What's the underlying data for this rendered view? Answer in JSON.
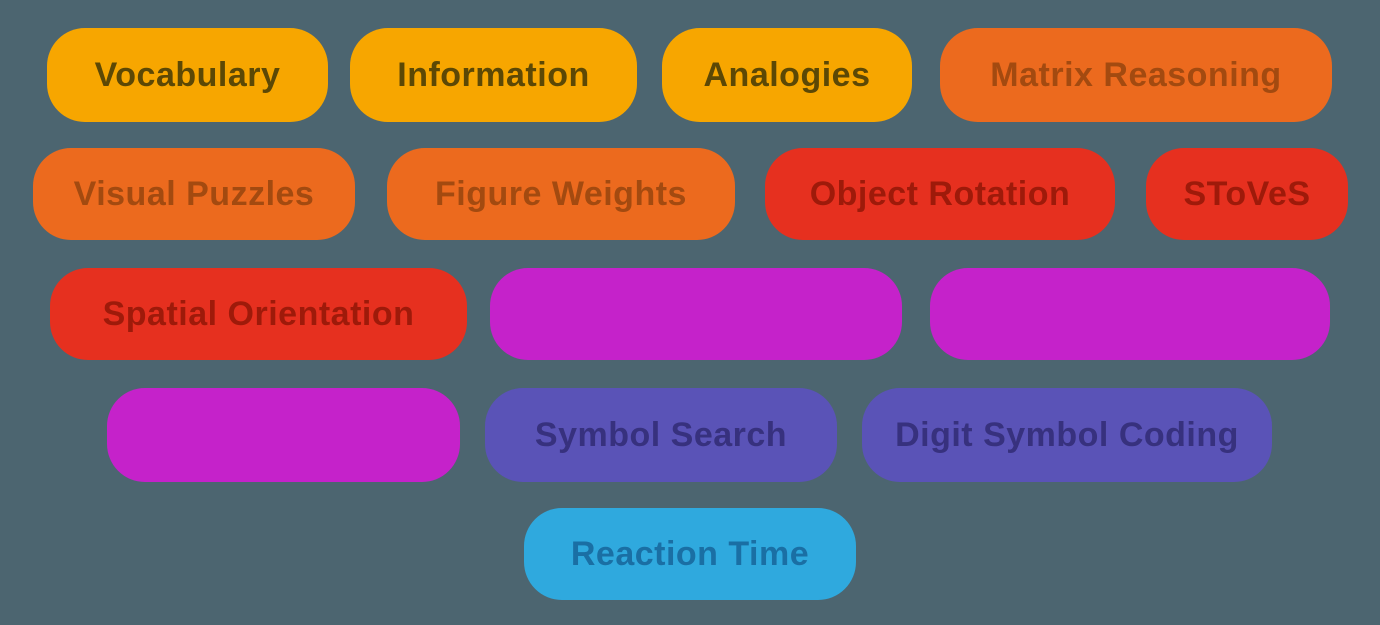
{
  "canvas": {
    "background": "#4C6570"
  },
  "palette": {
    "amber": {
      "bg": "#F7A600",
      "text": "#5C4805"
    },
    "orange": {
      "bg": "#EC6A1E",
      "text": "#A34A10"
    },
    "red": {
      "bg": "#E6301F",
      "text": "#9E1A0A"
    },
    "magenta": {
      "bg": "#C522CA",
      "text": "#8E0F93"
    },
    "indigo": {
      "bg": "#5A53B7",
      "text": "#37317E"
    },
    "blue": {
      "bg": "#2FA9DE",
      "text": "#1A6FA4"
    }
  },
  "rows": [
    {
      "items": [
        {
          "label": "Vocabulary",
          "category": "amber"
        },
        {
          "label": "Information",
          "category": "amber"
        },
        {
          "label": "Analogies",
          "category": "amber"
        },
        {
          "label": "Matrix Reasoning",
          "category": "orange"
        }
      ]
    },
    {
      "items": [
        {
          "label": "Visual Puzzles",
          "category": "orange"
        },
        {
          "label": "Figure Weights",
          "category": "orange"
        },
        {
          "label": "Object Rotation",
          "category": "red"
        },
        {
          "label": "SToVeS",
          "category": "red"
        }
      ]
    },
    {
      "items": [
        {
          "label": "Spatial Orientation",
          "category": "red"
        },
        {
          "label": "",
          "category": "magenta"
        },
        {
          "label": "",
          "category": "magenta"
        }
      ]
    },
    {
      "items": [
        {
          "label": "",
          "category": "magenta"
        },
        {
          "label": "Symbol Search",
          "category": "indigo"
        },
        {
          "label": "Digit Symbol Coding",
          "category": "indigo"
        }
      ]
    },
    {
      "items": [
        {
          "label": "Reaction Time",
          "category": "blue"
        }
      ]
    }
  ]
}
